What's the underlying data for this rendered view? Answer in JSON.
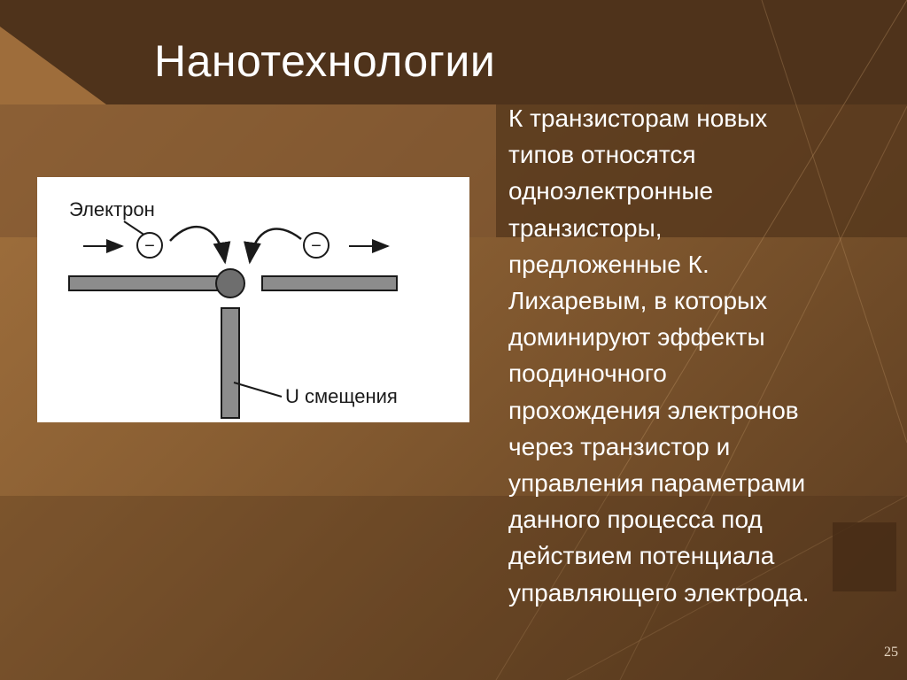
{
  "slide": {
    "title": "Нанотехнологии",
    "body": "К транзисторам новых\nтипов относятся\nодноэлектронные\nтранзисторы,\nпредложенные К.\nЛихаревым, в которых\nдоминируют эффекты\nпоодиночного\nпрохождения электронов\nчерез транзистор и\nуправления параметрами\nданного процесса под\nдействием потенциала\nуправляющего электрода.",
    "page_number": "25"
  },
  "diagram": {
    "electron_label": "Электрон",
    "bias_label": "U смещения",
    "electron_symbol": "−",
    "colors": {
      "electrode_fill": "#8c8c8c",
      "dot_fill": "#6e6e6e",
      "stroke": "#1a1a1a"
    }
  },
  "theme": {
    "background": "#8a5f33",
    "dark_band": "#4a2f18",
    "text": "#ffffff"
  }
}
